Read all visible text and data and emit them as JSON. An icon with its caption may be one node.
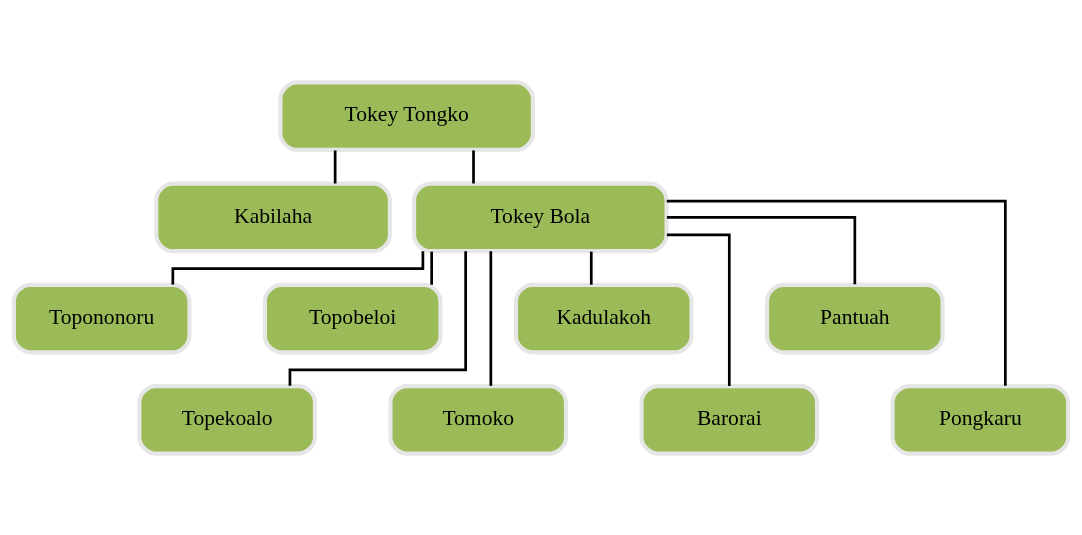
{
  "diagram": {
    "nodes": [
      {
        "text": [
          "Tokey Tongko"
        ]
      },
      {
        "text": [
          "Kabilaha"
        ]
      },
      {
        "text": [
          "Tokey Bola"
        ]
      },
      {
        "text": [
          "Topononoru"
        ]
      },
      {
        "text": [
          "Topekoalo"
        ]
      },
      {
        "text": [
          "Topobeloi"
        ]
      },
      {
        "text": [
          "Tomoko"
        ]
      },
      {
        "text": [
          "Kadulakoh"
        ]
      },
      {
        "text": [
          "Barorai"
        ]
      },
      {
        "text": [
          "Pantuah"
        ]
      },
      {
        "text": [
          "Pongkaru"
        ]
      }
    ],
    "edges": [
      {
        "from": 0,
        "to": 2,
        "arrow": "none"
      },
      {
        "from": 0,
        "to": 1,
        "arrow": "none"
      },
      {
        "from": 2,
        "to": 3,
        "arrow": "none"
      },
      {
        "from": 2,
        "to": 4,
        "arrow": "none"
      },
      {
        "from": 2,
        "to": 5,
        "arrow": "none"
      },
      {
        "from": 2,
        "to": 6,
        "arrow": "none"
      },
      {
        "from": 2,
        "to": 7,
        "arrow": "none"
      },
      {
        "from": 2,
        "to": 8,
        "arrow": "none"
      },
      {
        "from": 2,
        "to": 9,
        "arrow": "none"
      },
      {
        "from": 2,
        "to": 10,
        "arrow": "none"
      }
    ]
  }
}
